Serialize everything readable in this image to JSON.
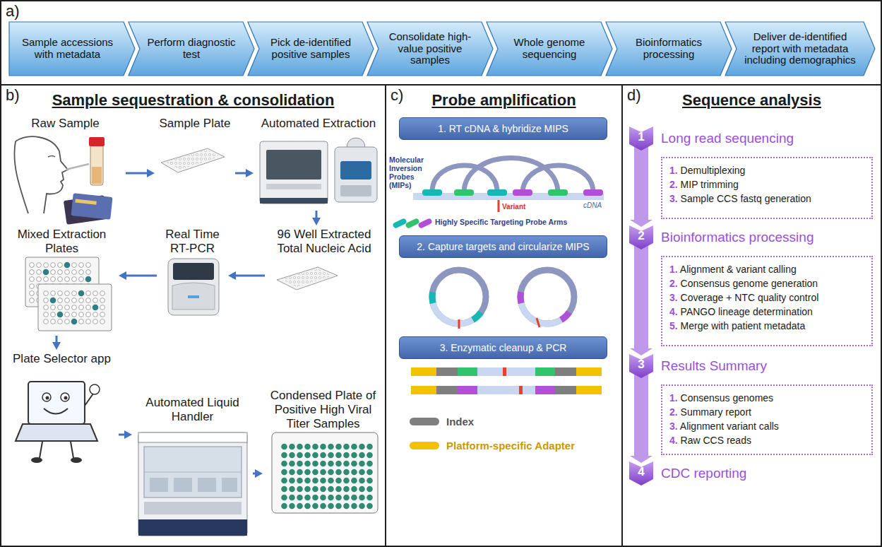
{
  "diagram": {
    "nodes": [
      {
        "text": [
          "a)"
        ]
      },
      {
        "text": [
          "Sample accessions with metadata"
        ],
        "in": 0
      },
      {
        "text": [
          "Perform diagnostic test"
        ],
        "in": 0
      },
      {
        "text": [
          "Pick de-identified positive samples"
        ],
        "in": 0
      },
      {
        "text": [
          "Consolidate high-value positive samples"
        ],
        "in": 0
      },
      {
        "text": [
          "Whole genome sequencing"
        ],
        "in": 0
      },
      {
        "text": [
          "Bioinformatics processing"
        ],
        "in": 0
      },
      {
        "text": [
          "Deliver de-identified report with metadata including demographics"
        ],
        "in": 0
      },
      {
        "text": [
          "b)",
          "Sample sequestration & consolidation"
        ]
      },
      {
        "text": [
          "Raw Sample"
        ],
        "in": 8
      },
      {
        "text": [
          "Sample Plate"
        ],
        "in": 8
      },
      {
        "text": [
          "Automated Extraction"
        ],
        "in": 8
      },
      {
        "text": [
          "96 Well Extracted Total Nucleic Acid"
        ],
        "in": 8
      },
      {
        "text": [
          "Real Time RT-PCR"
        ],
        "in": 8
      },
      {
        "text": [
          "Mixed Extraction Plates"
        ],
        "in": 8
      },
      {
        "text": [
          "Plate Selector app"
        ],
        "in": 8
      },
      {
        "text": [
          "Automated Liquid Handler"
        ],
        "in": 8
      },
      {
        "text": [
          "Condensed Plate of Positive High Viral Titer Samples"
        ],
        "in": 8
      },
      {
        "text": [
          "c)",
          "Probe amplification"
        ]
      },
      {
        "text": [
          "1. RT cDNA & hybridize MIPS"
        ],
        "in": 18
      },
      {
        "text": [
          "2. Capture targets and circularize MIPS"
        ],
        "in": 18
      },
      {
        "text": [
          "3. Enzymatic cleanup & PCR"
        ],
        "in": 18
      },
      {
        "text": [
          "d)",
          "Sequence analysis"
        ]
      },
      {
        "text": [
          "1",
          "Long read sequencing"
        ],
        "in": 22
      },
      {
        "text": [
          "1. Demultiplexing",
          "2. MIP trimming",
          "3. Sample CCS fastq generation"
        ],
        "in": 22
      },
      {
        "text": [
          "2",
          "Bioinformatics processing"
        ],
        "in": 22
      },
      {
        "text": [
          "1. Alignment & variant calling",
          "2. Consensus genome generation",
          "3. Coverage + NTC quality control",
          "4. PANGO lineage determination",
          "5. Merge with patient metadata"
        ],
        "in": 22
      },
      {
        "text": [
          "3",
          "Results Summary"
        ],
        "in": 22
      },
      {
        "text": [
          "1. Consensus genomes",
          "2. Summary report",
          "3. Alignment variant calls",
          "4. Raw CCS reads"
        ],
        "in": 22
      },
      {
        "text": [
          "4",
          "CDC reporting"
        ],
        "in": 22
      }
    ],
    "edges": [
      {
        "from": 9,
        "to": 10,
        "arrow": "to"
      },
      {
        "from": 10,
        "to": 11,
        "arrow": "to"
      },
      {
        "from": 11,
        "to": 12,
        "arrow": "to"
      },
      {
        "from": 12,
        "to": 13,
        "arrow": "to"
      },
      {
        "from": 13,
        "to": 14,
        "arrow": "to"
      },
      {
        "from": 14,
        "to": 15,
        "arrow": "to"
      },
      {
        "from": 15,
        "to": 16,
        "arrow": "to"
      },
      {
        "from": 16,
        "to": 17,
        "arrow": "to"
      },
      {
        "from": 23,
        "to": 25,
        "arrow": "to"
      },
      {
        "from": 25,
        "to": 27,
        "arrow": "to"
      },
      {
        "from": 27,
        "to": 29,
        "arrow": "to"
      }
    ],
    "labels": [
      "Molecular Inversion Probes (MIPs)",
      "cDNA",
      "Variant",
      "Highly Specific Targeting Probe Arms"
    ],
    "legend": [
      {
        "text": "Index",
        "color": "#7f7f7f"
      },
      {
        "text": "Platform-specific Adapter",
        "color": "#f2c200"
      }
    ]
  }
}
